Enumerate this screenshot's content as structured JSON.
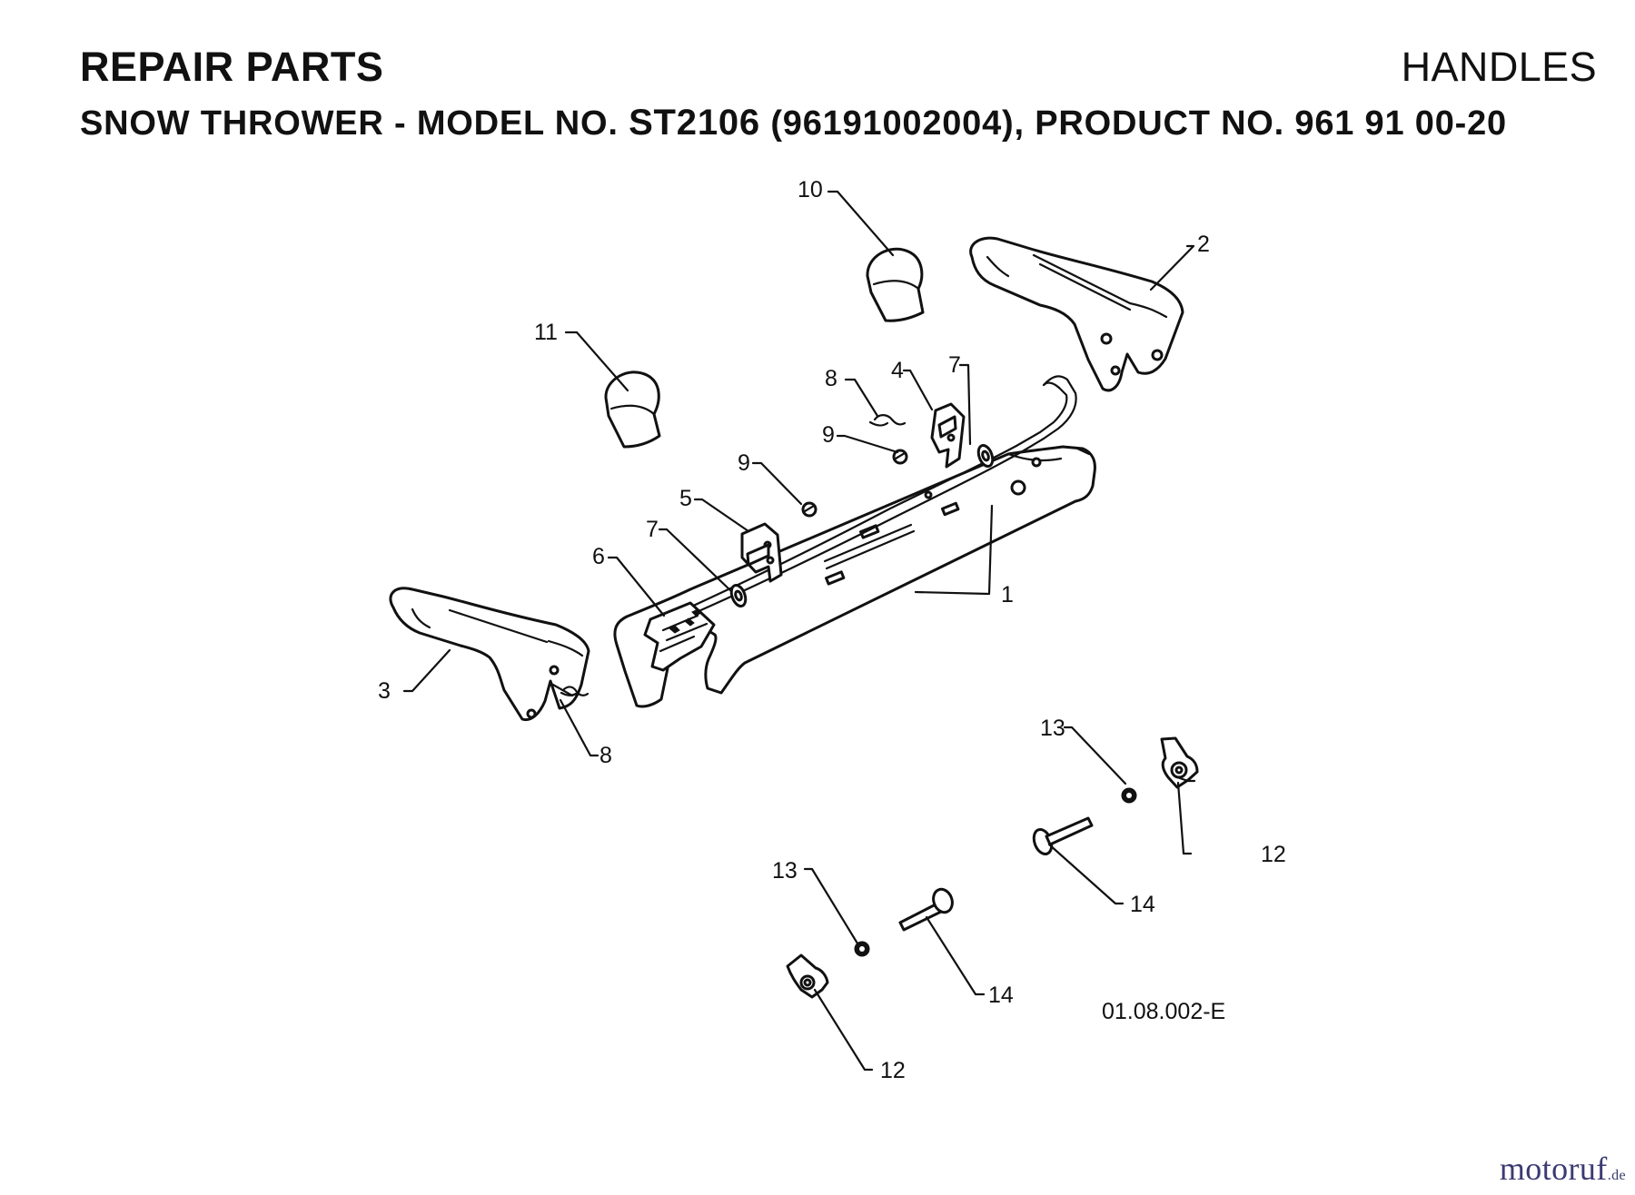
{
  "header": {
    "title_left": "REPAIR PARTS",
    "title_right": "HANDLES",
    "subtitle_prefix": "SNOW THROWER - MODEL NO.",
    "subtitle_model": "ST2106",
    "subtitle_suffix": "(96191002004), PRODUCT NO. 961 91 00-20"
  },
  "diagram": {
    "drawing_code": "01.08.002-E",
    "callouts": {
      "1": "1",
      "2": "2",
      "3": "3",
      "4": "4",
      "5": "5",
      "6": "6",
      "7a": "7",
      "7b": "7",
      "8a": "8",
      "8b": "8",
      "9a": "9",
      "9b": "9",
      "10": "10",
      "11": "11",
      "12a": "12",
      "12b": "12",
      "13a": "13",
      "13b": "13",
      "14a": "14",
      "14b": "14"
    }
  },
  "watermark": {
    "brand": "motoruf",
    "suffix": ".de"
  }
}
